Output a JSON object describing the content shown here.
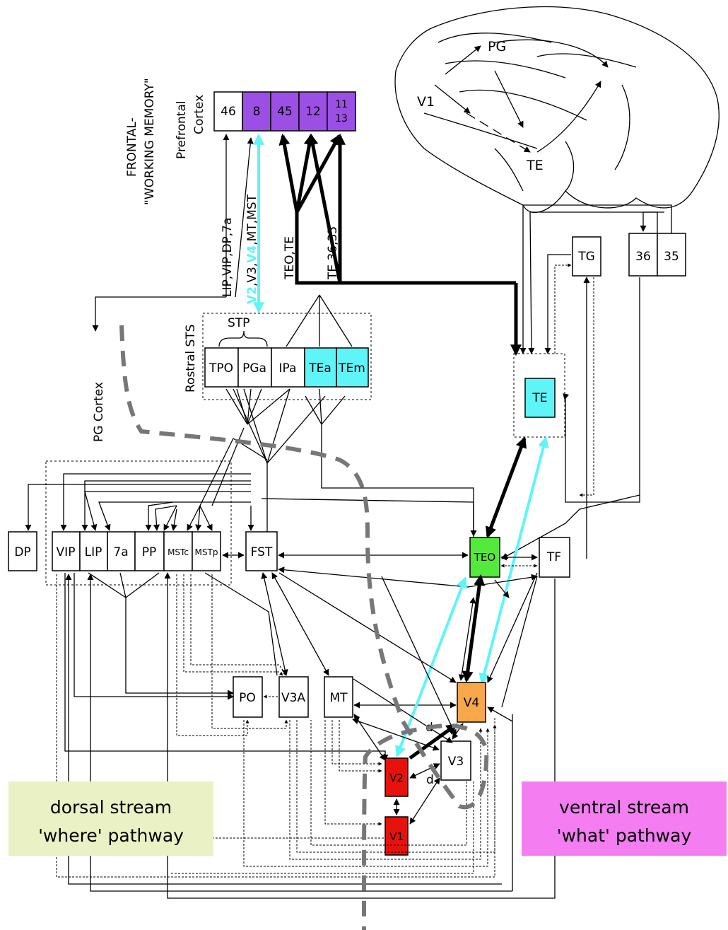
{
  "colors": {
    "purple": "#9b4fe5",
    "cyan": "#5ff5f8",
    "green": "#55e83d",
    "orange": "#f8a84a",
    "red": "#e8120c",
    "dorsal_bg": "#eaf1c4",
    "ventral_bg": "#f57df2",
    "gray_dash": "#777777"
  },
  "brain": {
    "pg": "PG",
    "v1": "V1",
    "te": "TE"
  },
  "frontal": {
    "title_line1": "FRONTAL-",
    "title_line2": "\"WORKING MEMORY\"",
    "prefrontal_line1": "Prefrontal",
    "prefrontal_line2": "Cortex",
    "areas": [
      "46",
      "8",
      "45",
      "12"
    ],
    "area_11_13_line1": "11",
    "area_11_13_line2": "13"
  },
  "projections": {
    "dorsal": "LIP,VIP,DP,7a",
    "mid_v2": "V2",
    "mid_v3": ",V3,",
    "mid_v4": "V4",
    "mid_rest": ",MT,MST",
    "teo_te": "TEO,TE",
    "te_36_35": "TE,36,35"
  },
  "sts": {
    "title": "Rostral STS",
    "stp": "STP",
    "areas": [
      "TPO",
      "PGa",
      "IPa",
      "TEa",
      "TEm"
    ]
  },
  "pg_cortex": "PG Cortex",
  "right_areas": {
    "tg": "TG",
    "a36": "36",
    "a35": "35",
    "te": "TE",
    "tf": "TF",
    "teo": "TEO"
  },
  "dorsal_areas": [
    "VIP",
    "LIP",
    "7a",
    "PP",
    "MSTc",
    "MSTp"
  ],
  "dp": "DP",
  "fst": "FST",
  "lower_areas": {
    "po": "PO",
    "v3a": "V3A",
    "mt": "MT",
    "v4": "V4",
    "v3": "V3",
    "v2": "V2",
    "v1": "V1"
  },
  "d_label": "d",
  "dorsal_stream": {
    "line1": "dorsal stream",
    "line2": "'where' pathway"
  },
  "ventral_stream": {
    "line1": "ventral stream",
    "line2": "'what' pathway"
  }
}
